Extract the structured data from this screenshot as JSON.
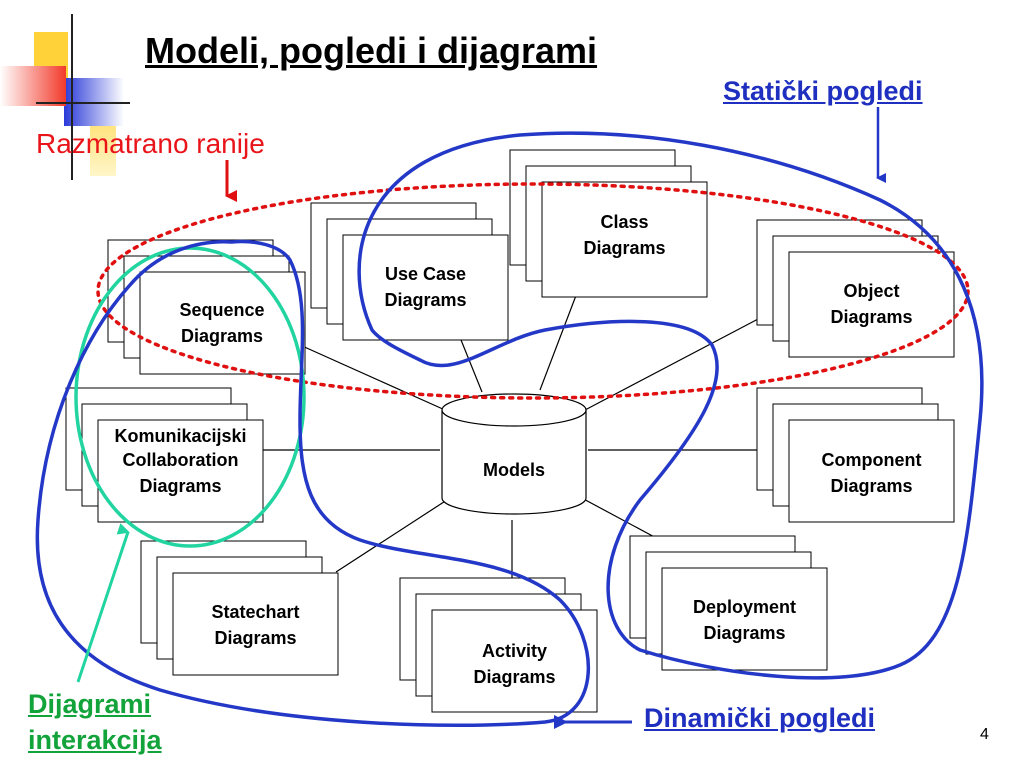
{
  "slide": {
    "title": "Modeli, pogledi i dijagrami",
    "page_number": "4"
  },
  "annotations": {
    "static_views": "Statički pogledi",
    "dynamic_views": "Dinamički pogledi",
    "considered_earlier": "Razmatrano ranije",
    "interaction_diagrams_line1": "Dijagrami",
    "interaction_diagrams_line2": "interakcija"
  },
  "diagram": {
    "center": "Models",
    "nodes": {
      "class": [
        "Class",
        "Diagrams"
      ],
      "usecase": [
        "Use Case",
        "Diagrams"
      ],
      "sequence": [
        "Sequence",
        "Diagrams"
      ],
      "object": [
        "Object",
        "Diagrams"
      ],
      "collab": [
        "Komunikacijski",
        "Collaboration",
        "Diagrams"
      ],
      "component": [
        "Component",
        "Diagrams"
      ],
      "statechart": [
        "Statechart",
        "Diagrams"
      ],
      "activity": [
        "Activity",
        "Diagrams"
      ],
      "deployment": [
        "Deployment",
        "Diagrams"
      ]
    }
  },
  "colors": {
    "static_outline": "#2438c8",
    "earlier_outline": "#e01010",
    "interaction_outline": "#22d4a0",
    "title_text": "#000000",
    "static_text": "#1f2fbf",
    "earlier_text": "#e8141a",
    "interaction_text": "#12a33a"
  }
}
